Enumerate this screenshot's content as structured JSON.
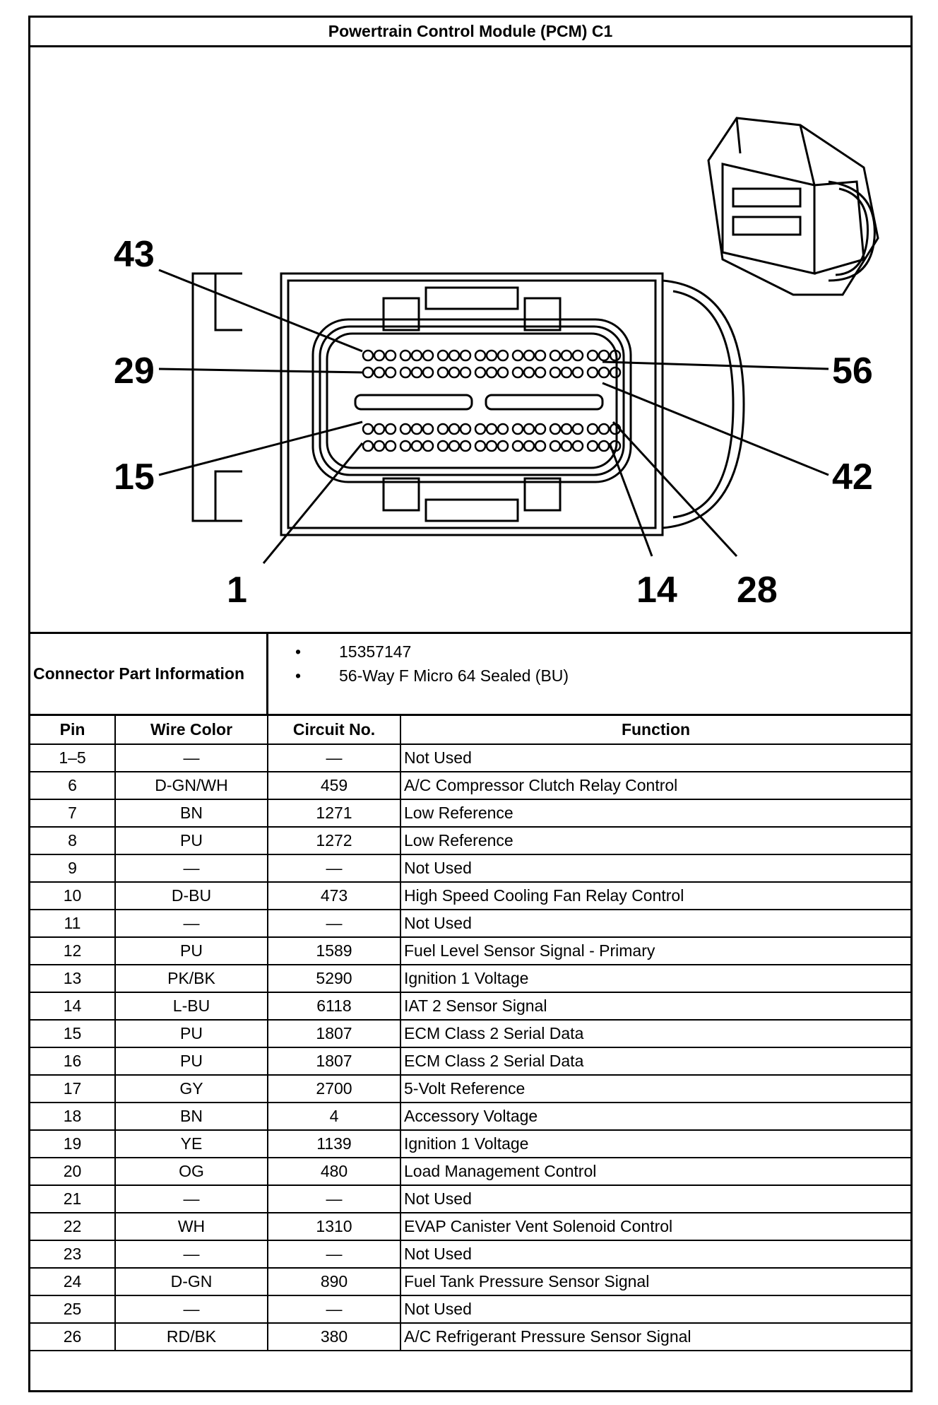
{
  "title": "Powertrain Control Module (PCM) C1",
  "diagram": {
    "pin_labels": [
      "43",
      "29",
      "15",
      "1",
      "56",
      "42",
      "14",
      "28"
    ]
  },
  "connector_info": {
    "label": "Connector Part Information",
    "items": [
      "15357147",
      "56-Way F Micro 64 Sealed (BU)"
    ]
  },
  "table": {
    "headers": [
      "Pin",
      "Wire Color",
      "Circuit No.",
      "Function"
    ],
    "rows": [
      [
        "1–5",
        "—",
        "—",
        "Not Used"
      ],
      [
        "6",
        "D-GN/WH",
        "459",
        "A/C Compressor Clutch Relay Control"
      ],
      [
        "7",
        "BN",
        "1271",
        "Low Reference"
      ],
      [
        "8",
        "PU",
        "1272",
        "Low Reference"
      ],
      [
        "9",
        "—",
        "—",
        "Not Used"
      ],
      [
        "10",
        "D-BU",
        "473",
        "High Speed Cooling Fan Relay Control"
      ],
      [
        "11",
        "—",
        "—",
        "Not Used"
      ],
      [
        "12",
        "PU",
        "1589",
        "Fuel Level Sensor Signal - Primary"
      ],
      [
        "13",
        "PK/BK",
        "5290",
        "Ignition 1 Voltage"
      ],
      [
        "14",
        "L-BU",
        "6118",
        "IAT 2 Sensor Signal"
      ],
      [
        "15",
        "PU",
        "1807",
        "ECM Class 2 Serial Data"
      ],
      [
        "16",
        "PU",
        "1807",
        "ECM Class 2 Serial Data"
      ],
      [
        "17",
        "GY",
        "2700",
        "5-Volt Reference"
      ],
      [
        "18",
        "BN",
        "4",
        "Accessory Voltage"
      ],
      [
        "19",
        "YE",
        "1139",
        "Ignition 1 Voltage"
      ],
      [
        "20",
        "OG",
        "480",
        "Load Management Control"
      ],
      [
        "21",
        "—",
        "—",
        "Not Used"
      ],
      [
        "22",
        "WH",
        "1310",
        "EVAP Canister Vent Solenoid Control"
      ],
      [
        "23",
        "—",
        "—",
        "Not Used"
      ],
      [
        "24",
        "D-GN",
        "890",
        "Fuel Tank Pressure Sensor Signal"
      ],
      [
        "25",
        "—",
        "—",
        "Not Used"
      ],
      [
        "26",
        "RD/BK",
        "380",
        "A/C Refrigerant Pressure Sensor Signal"
      ]
    ]
  }
}
